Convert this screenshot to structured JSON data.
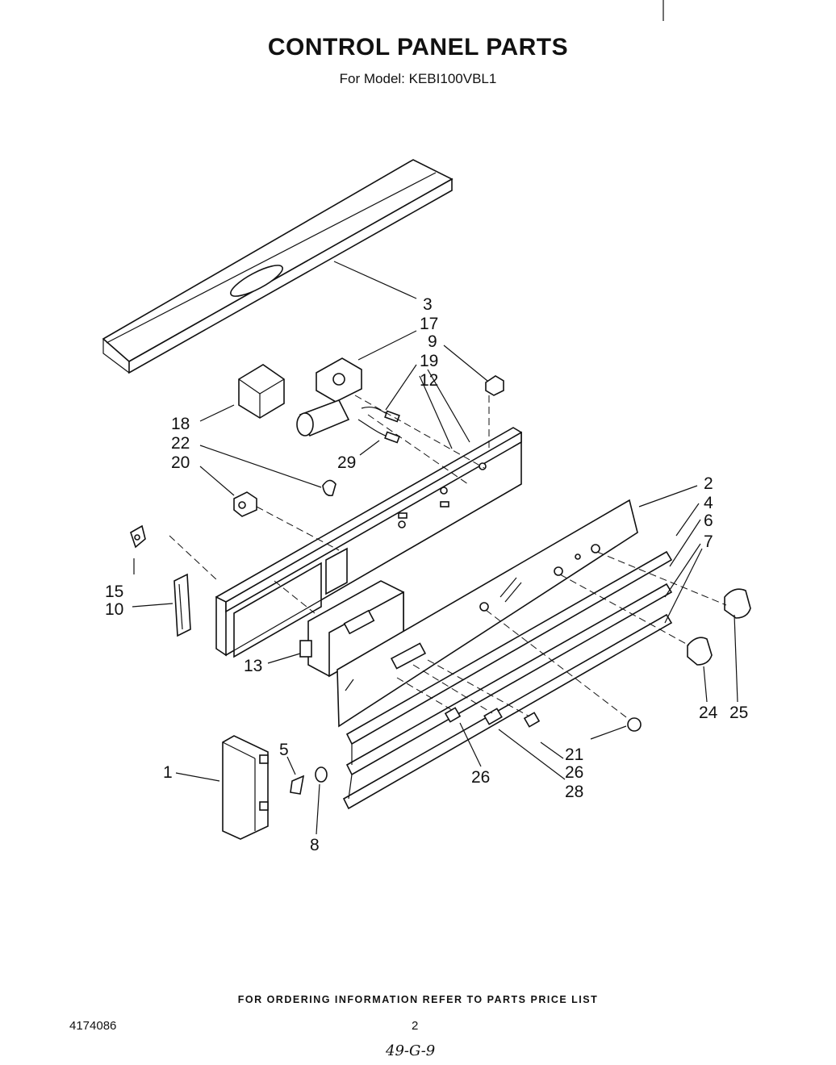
{
  "header": {
    "title": "CONTROL PANEL PARTS",
    "subtitle": "For Model: KEBI100VBL1"
  },
  "diagram": {
    "callouts": [
      {
        "id": "3",
        "label": "3"
      },
      {
        "id": "17",
        "label": "17"
      },
      {
        "id": "9",
        "label": "9"
      },
      {
        "id": "19",
        "label": "19"
      },
      {
        "id": "12",
        "label": "12"
      },
      {
        "id": "18",
        "label": "18"
      },
      {
        "id": "22",
        "label": "22"
      },
      {
        "id": "20",
        "label": "20"
      },
      {
        "id": "29",
        "label": "29"
      },
      {
        "id": "2",
        "label": "2"
      },
      {
        "id": "4",
        "label": "4"
      },
      {
        "id": "6",
        "label": "6"
      },
      {
        "id": "7",
        "label": "7"
      },
      {
        "id": "15",
        "label": "15"
      },
      {
        "id": "10",
        "label": "10"
      },
      {
        "id": "13",
        "label": "13"
      },
      {
        "id": "24",
        "label": "24"
      },
      {
        "id": "25",
        "label": "25"
      },
      {
        "id": "21",
        "label": "21"
      },
      {
        "id": "26a",
        "label": "26"
      },
      {
        "id": "26b",
        "label": "26"
      },
      {
        "id": "28",
        "label": "28"
      },
      {
        "id": "1",
        "label": "1"
      },
      {
        "id": "5",
        "label": "5"
      },
      {
        "id": "8",
        "label": "8"
      }
    ]
  },
  "footer": {
    "note": "FOR ORDERING INFORMATION REFER TO PARTS PRICE LIST",
    "doc_number": "4174086",
    "page_number": "2",
    "handwritten": "49-G-9"
  }
}
